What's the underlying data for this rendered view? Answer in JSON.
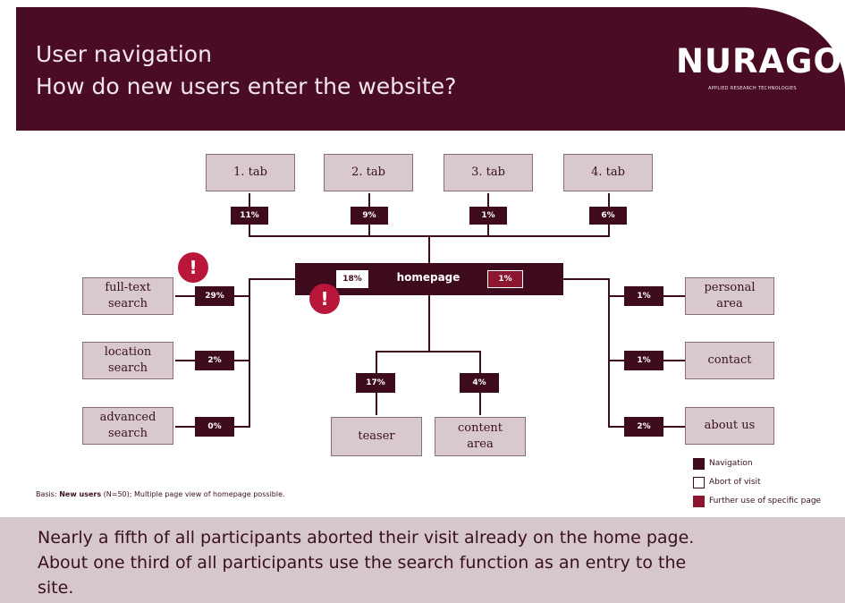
{
  "header": {
    "title_line1": "User navigation",
    "title_line2": "How do new users enter the website?",
    "logo_text": "NURAGO",
    "logo_subtext": "APPLIED RESEARCH TECHNOLOGIES"
  },
  "homepage": {
    "label": "homepage",
    "abort_pct": "18%",
    "further_use_pct": "1%"
  },
  "tabs": [
    {
      "label": "1. tab",
      "pct": "11%"
    },
    {
      "label": "2. tab",
      "pct": "9%"
    },
    {
      "label": "3. tab",
      "pct": "1%"
    },
    {
      "label": "4. tab",
      "pct": "6%"
    }
  ],
  "left_pages": [
    {
      "label_line1": "full-text",
      "label_line2": "search",
      "pct": "29%"
    },
    {
      "label_line1": "location",
      "label_line2": "search",
      "pct": "2%"
    },
    {
      "label_line1": "advanced",
      "label_line2": "search",
      "pct": "0%"
    }
  ],
  "right_pages": [
    {
      "label_line1": "personal",
      "label_line2": "area",
      "pct": "1%"
    },
    {
      "label_line1": "contact",
      "label_line2": "",
      "pct": "1%"
    },
    {
      "label_line1": "about us",
      "label_line2": "",
      "pct": "2%"
    }
  ],
  "bottom_pages": [
    {
      "label_line1": "teaser",
      "label_line2": "",
      "pct": "17%"
    },
    {
      "label_line1": "content",
      "label_line2": "area",
      "pct": "4%"
    }
  ],
  "alert_symbol": "!",
  "basis": {
    "prefix": "Basis:",
    "bold": "New users",
    "rest": "(N=50); Multiple page view of homepage possible."
  },
  "legend": [
    {
      "label": "Navigation",
      "color": "#3e0a1e"
    },
    {
      "label": "Abort of visit",
      "color": "#ffffff"
    },
    {
      "label": "Further use of specific page",
      "color": "#8c1530"
    }
  ],
  "footer": {
    "line1": "Nearly a fifth of all participants aborted their visit already on the home page.",
    "line2": "About one third of all participants use the search function as an entry to the",
    "line3": "site."
  },
  "colors": {
    "header_bg": "#4a0c24",
    "node_bg": "#d8c9cf",
    "navigation": "#3e0a1e",
    "alert": "#b8173a",
    "footer_bg": "#d6c7cd"
  }
}
